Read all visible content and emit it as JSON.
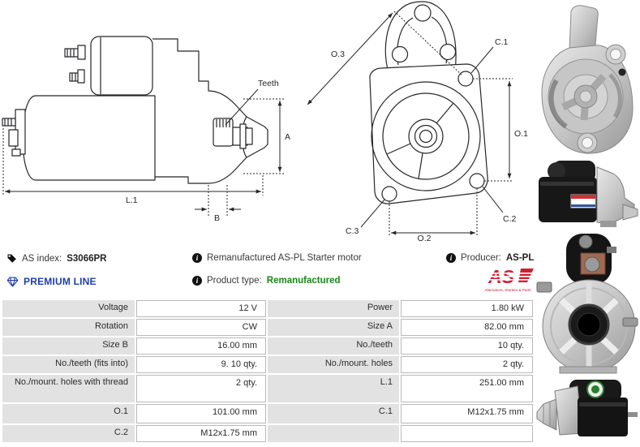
{
  "header": {
    "as_index": {
      "label": "AS index:",
      "value": "S3066PR"
    },
    "premium_line": "PREMIUM LINE",
    "description": "Remanufactured AS-PL Starter motor",
    "product_type": {
      "label": "Product type:",
      "value": "Remanufactured"
    },
    "producer": {
      "label": "Producer:",
      "value": "AS-PL"
    },
    "brand": {
      "name": "AS",
      "tagline": "Alternators, Starters & Parts"
    }
  },
  "icons": {
    "info_glyph": "i"
  },
  "diagrams": {
    "side_view": {
      "teeth": "Teeth",
      "a": "A",
      "l1": "L.1",
      "b": "B"
    },
    "front_view": {
      "o3": "O.3",
      "c1": "C.1",
      "o1": "O.1",
      "c3": "C.3",
      "c2": "C.2",
      "o2": "O.2"
    }
  },
  "spec_table": {
    "rows": [
      {
        "label_left": "Voltage",
        "value_left": "12 V",
        "label_right": "Power",
        "value_right": "1.80 kW"
      },
      {
        "label_left": "Rotation",
        "value_left": "CW",
        "label_right": "Size A",
        "value_right": "82.00 mm"
      },
      {
        "label_left": "Size B",
        "value_left": "16.00 mm",
        "label_right": "No./teeth",
        "value_right": "10 qty."
      },
      {
        "label_left": "No./teeth (fits into)",
        "value_left": "9. 10 qty.",
        "label_right": "No./mount. holes",
        "value_right": "2 qty."
      },
      {
        "label_left": "No./mount. holes with thread",
        "value_left": "2 qty.",
        "label_right": "L.1",
        "value_right": "251.00 mm"
      },
      {
        "label_left": "O.1",
        "value_left": "101.00 mm",
        "label_right": "C.1",
        "value_right": "M12x1.75 mm"
      },
      {
        "label_left": "C.2",
        "value_left": "M12x1.75 mm",
        "label_right": "",
        "value_right": ""
      }
    ]
  },
  "colors": {
    "premium_blue": "#1c3ea9",
    "remanufactured_green": "#178717",
    "brand_red": "#cf2030",
    "table_label_bg": "#e2e2e2",
    "drawing_line": "#26262a"
  }
}
